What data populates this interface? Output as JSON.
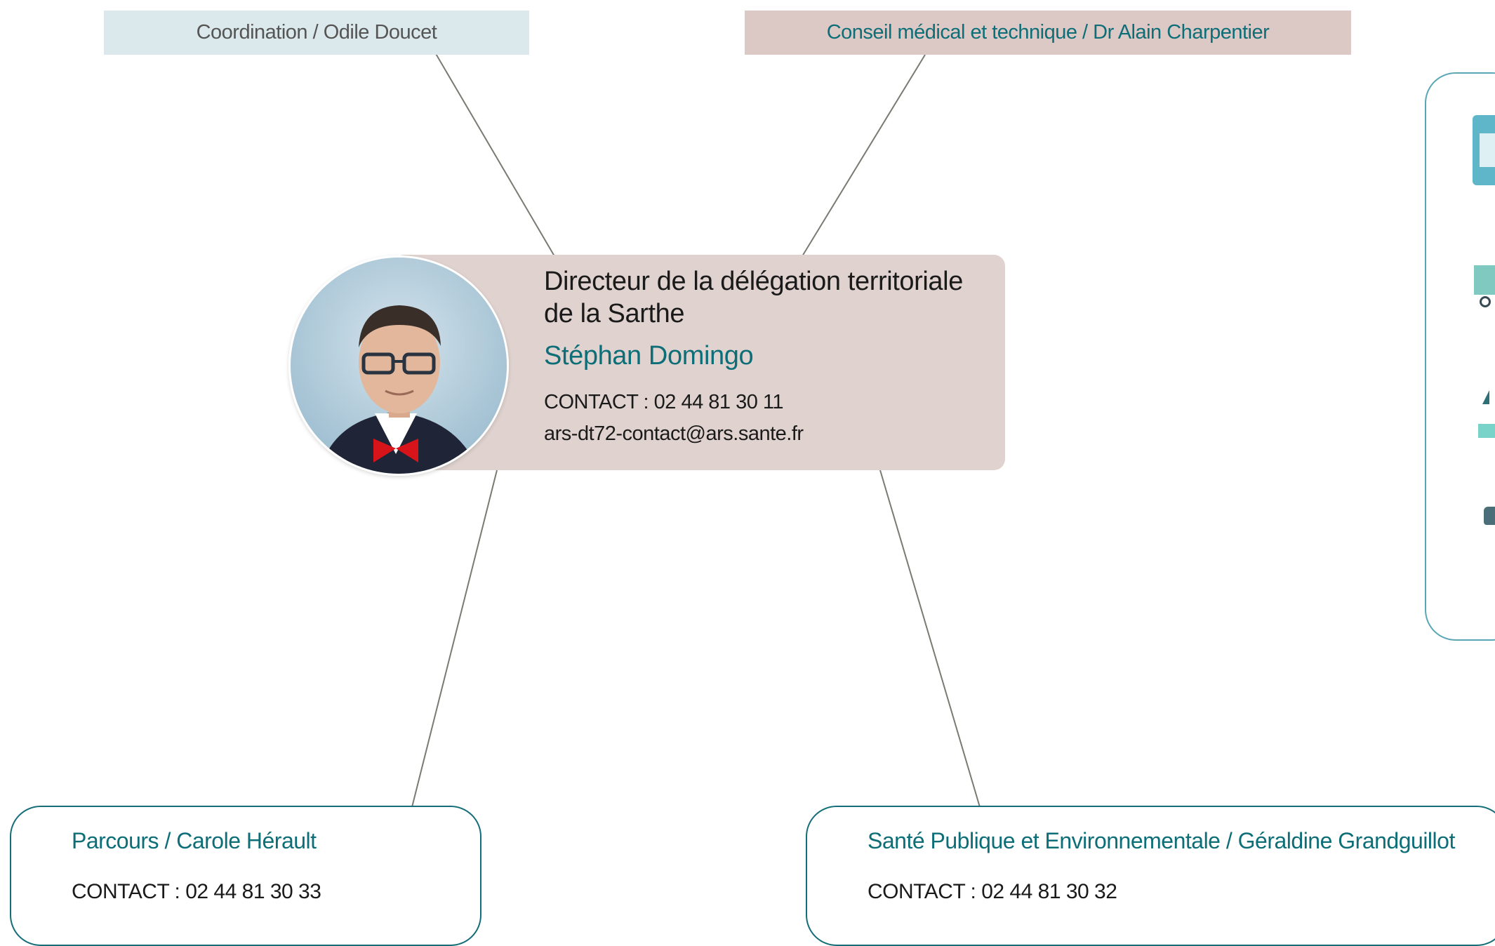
{
  "coordination": {
    "label": "Coordination / Odile Doucet"
  },
  "conseil": {
    "label": "Conseil médical et technique / Dr Alain Charpentier"
  },
  "director": {
    "title_line1": "Directeur de la délégation territoriale",
    "title_line2": "de la Sarthe",
    "name": "Stéphan Domingo",
    "contact": "CONTACT :  02 44 81 30 11",
    "email": "ars-dt72-contact@ars.sante.fr"
  },
  "parcours": {
    "title": "Parcours /  Carole Hérault",
    "contact": "CONTACT : 02 44 81 30 33"
  },
  "sante": {
    "title": "Santé Publique et Environnementale / Géraldine Grandguillot",
    "contact": "CONTACT : 02 44 81 30 32"
  },
  "colors": {
    "teal": "#0e6e78",
    "coordination_bg": "#dbe9ec",
    "conseil_bg": "#dcc9c6",
    "director_bg": "#e0d3cf"
  }
}
